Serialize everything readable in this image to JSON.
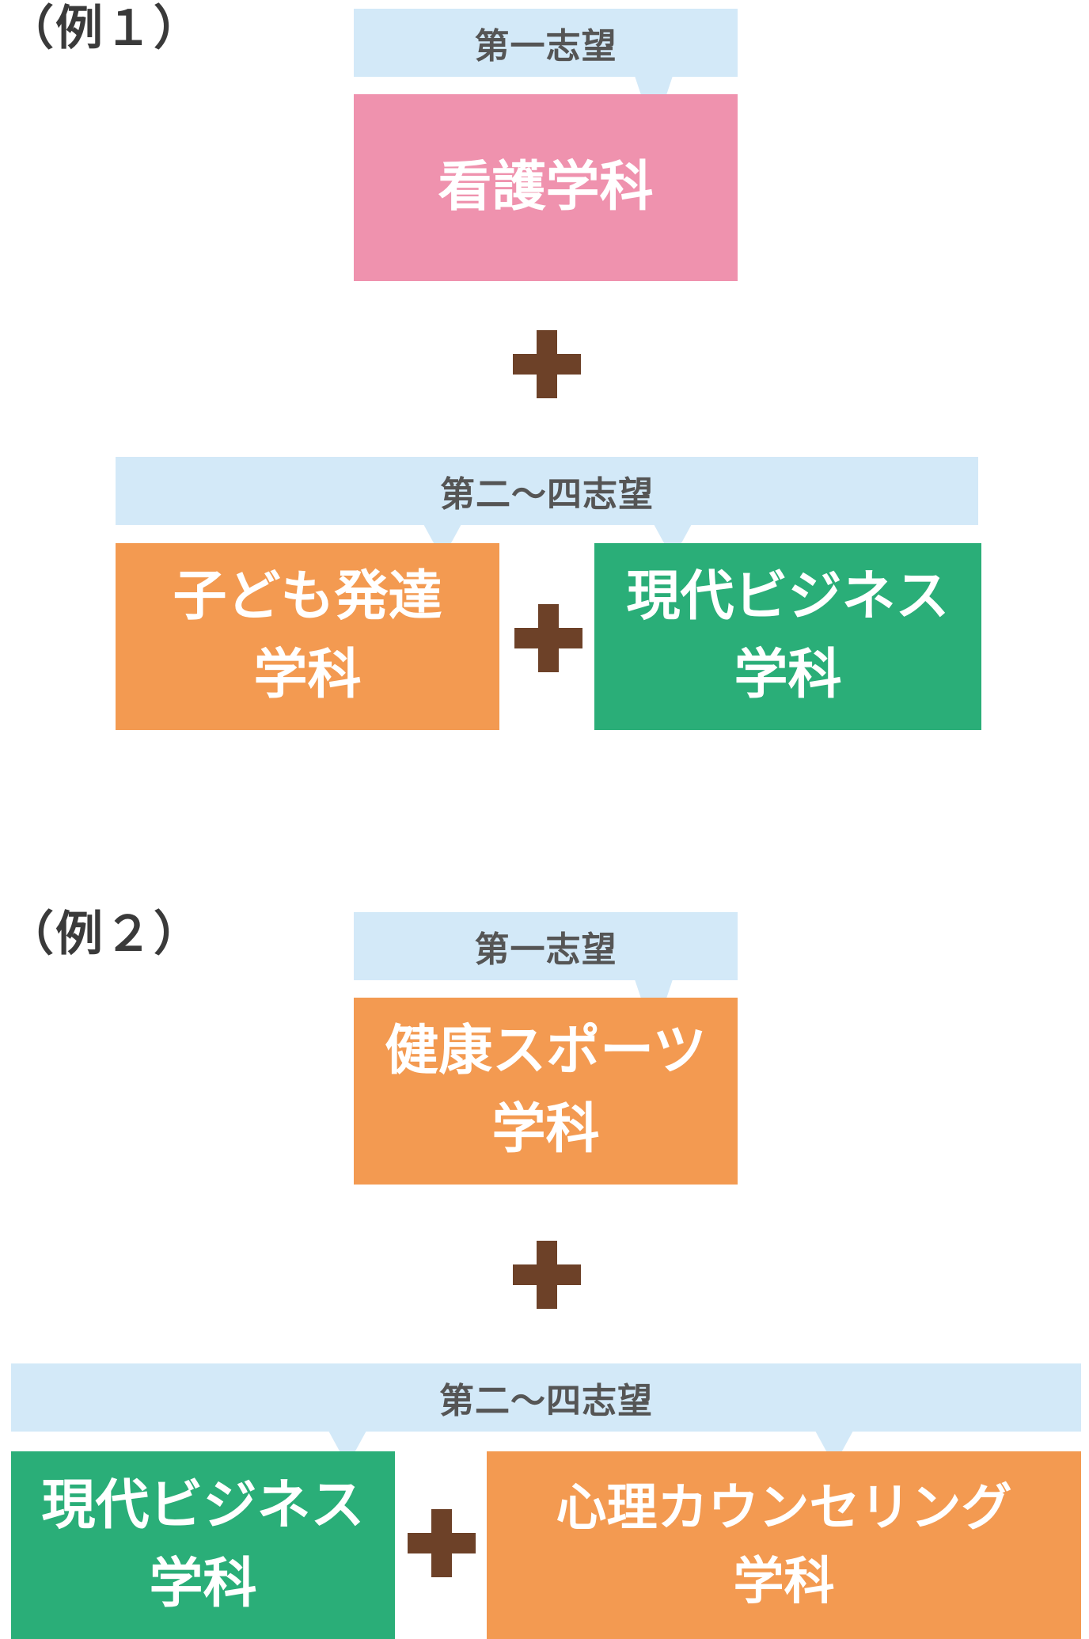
{
  "example1": {
    "label": "（例１）",
    "first_choice": {
      "band": "第一志望",
      "department": "看護学科"
    },
    "other_choices": {
      "band": "第二～四志望",
      "departments": [
        {
          "line1": "子ども発達",
          "line2": "学科"
        },
        {
          "line1": "現代ビジネス",
          "line2": "学科"
        }
      ]
    }
  },
  "example2": {
    "label": "（例２）",
    "first_choice": {
      "band": "第一志望",
      "line1": "健康スポーツ",
      "line2": "学科"
    },
    "other_choices": {
      "band": "第二～四志望",
      "departments": [
        {
          "line1": "現代ビジネス",
          "line2": "学科"
        },
        {
          "line1": "心理カウンセリング",
          "line2": "学科"
        }
      ]
    }
  },
  "colors": {
    "band": "#d3e9f8",
    "nursing": "#ef92ae",
    "orange_dept": "#f39a51",
    "green_dept": "#2aae78",
    "plus": "#6d4128"
  },
  "icons": {
    "plus": "plus-icon",
    "pointer": "speech-pointer-icon"
  }
}
